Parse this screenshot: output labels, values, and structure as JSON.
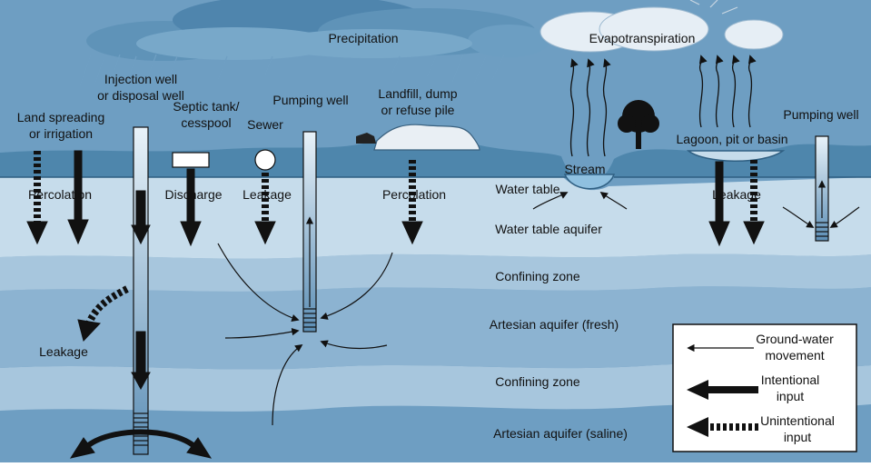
{
  "labels": {
    "precipitation": "Precipitation",
    "evapotranspiration": "Evapotranspiration",
    "land_spreading": [
      "Land spreading",
      "or irrigation"
    ],
    "injection_well": [
      "Injection well",
      "or disposal well"
    ],
    "septic_tank": [
      "Septic tank/",
      "cesspool"
    ],
    "sewer": "Sewer",
    "pumping_well_left": "Pumping well",
    "landfill": [
      "Landfill, dump",
      "or refuse pile"
    ],
    "stream": "Stream",
    "lagoon": "Lagoon, pit or basin",
    "pumping_well_right": "Pumping well",
    "percolation_left": "Percolation",
    "discharge": "Discharge",
    "leakage_sewer": "Leakage",
    "percolation_landfill": "Percolation",
    "water_table": "Water table",
    "leakage_lagoon": "Leakage",
    "water_table_aquifer": "Water table aquifer",
    "confining_zone_1": "Confining zone",
    "artesian_fresh": "Artesian aquifer (fresh)",
    "leakage_injection": "Leakage",
    "confining_zone_2": "Confining zone",
    "artesian_saline": "Artesian aquifer (saline)"
  },
  "legend": {
    "items": [
      {
        "label": [
          "Ground-water",
          "movement"
        ]
      },
      {
        "label": [
          "Intentional",
          "input"
        ]
      },
      {
        "label": [
          "Unintentional",
          "input"
        ]
      }
    ]
  },
  "colors": {
    "sky": "#ffffff",
    "cloud_dark": "#5f93b8",
    "cloud_light": "#e6eef5",
    "ground_surface": "#4e86ac",
    "water_table_aquifer": "#c6dceb",
    "confining_zone": "#a7c6dd",
    "artesian_fresh": "#8cb3d1",
    "artesian_saline": "#6e9ec2",
    "stream": "#8fc0e0",
    "arrow": "#111111"
  }
}
